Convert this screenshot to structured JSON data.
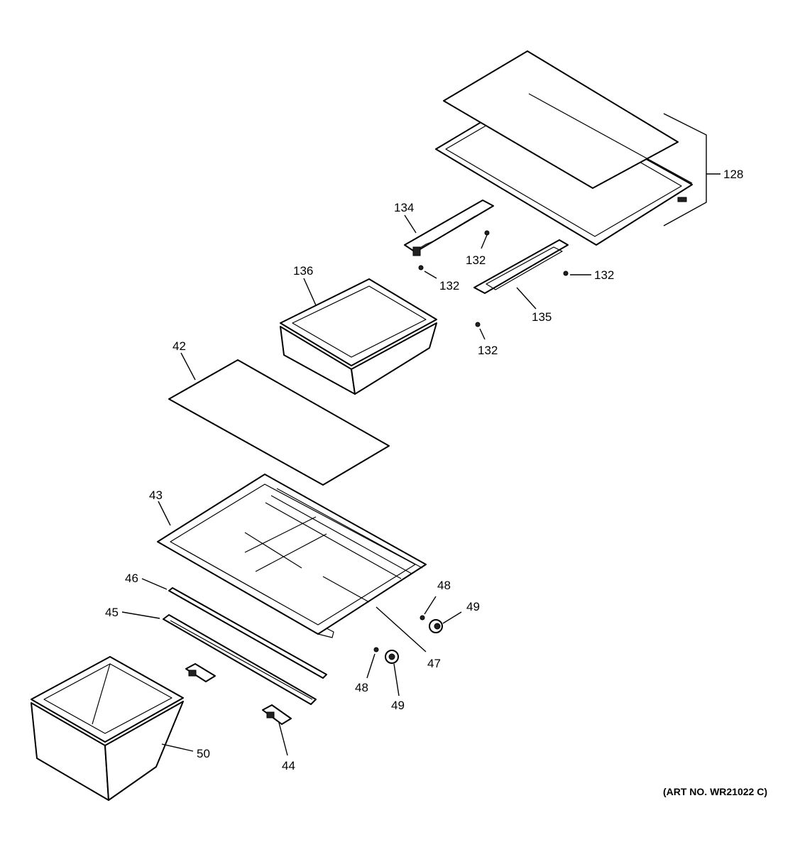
{
  "callouts": {
    "c128": "128",
    "c134": "134",
    "c132a": "132",
    "c132b": "132",
    "c132c": "132",
    "c132d": "132",
    "c135": "135",
    "c136": "136",
    "c42": "42",
    "c43": "43",
    "c46": "46",
    "c45": "45",
    "c47": "47",
    "c48a": "48",
    "c48b": "48",
    "c49a": "49",
    "c49b": "49",
    "c44": "44",
    "c50": "50"
  },
  "art_number": "(ART NO. WR21022 C)"
}
